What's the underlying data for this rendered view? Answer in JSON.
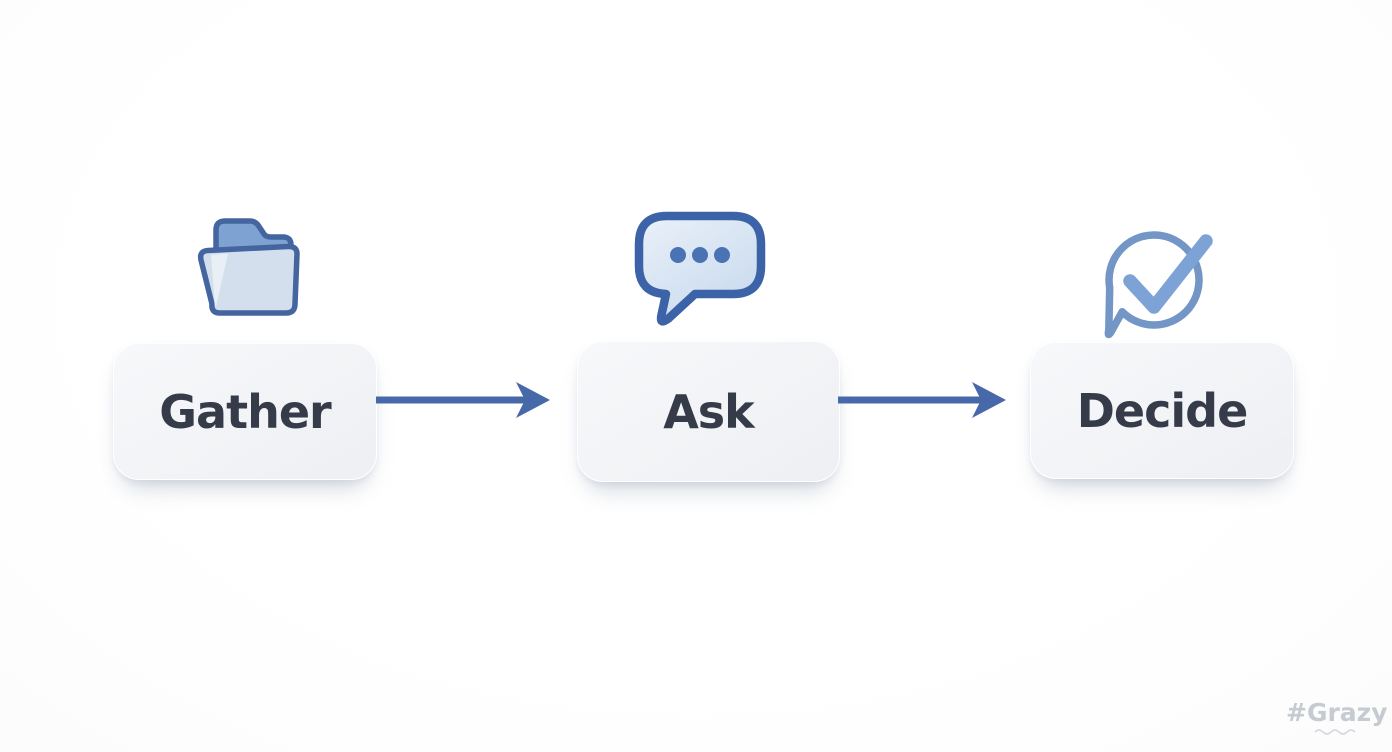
{
  "diagram": {
    "type": "flow",
    "direction": "left-to-right",
    "steps": [
      {
        "label": "Gather",
        "icon": "open-folder-icon"
      },
      {
        "label": "Ask",
        "icon": "chat-bubble-dots-icon"
      },
      {
        "label": "Decide",
        "icon": "check-speech-bubble-icon"
      }
    ],
    "connectors": [
      {
        "from": "Gather",
        "to": "Ask",
        "style": "arrow-right"
      },
      {
        "from": "Ask",
        "to": "Decide",
        "style": "arrow-right"
      }
    ]
  },
  "watermark": {
    "text": "#Grazy"
  },
  "colors": {
    "background": "#fefefe",
    "box_background": "#f3f4f7",
    "box_text": "#363b49",
    "arrow": "#4769aa",
    "icon_stroke_dark": "#44659f",
    "icon_fill_mid": "#7ea2d2",
    "icon_fill_light": "#d3dfec",
    "icon_stroke_soft": "#7396c7",
    "check": "#7da3d6",
    "watermark_text": "#c5cbd1"
  }
}
